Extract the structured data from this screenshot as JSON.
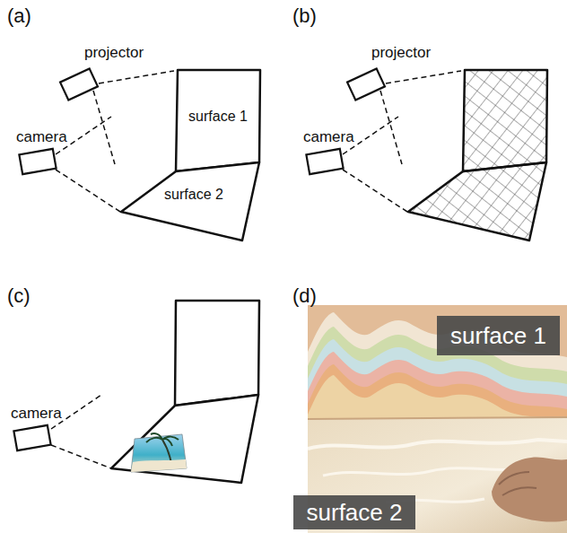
{
  "diagram": {
    "nodes": [
      {
        "text": [
          "projector"
        ]
      },
      {
        "text": [
          "camera"
        ]
      },
      {
        "text": [
          "surface 1"
        ]
      },
      {
        "text": [
          "surface 2"
        ]
      },
      {
        "text": [
          "projector"
        ]
      },
      {
        "text": [
          "camera"
        ]
      },
      {
        "text": [
          "camera"
        ]
      },
      {
        "text": [
          "surface 1"
        ]
      },
      {
        "text": [
          "surface 2"
        ]
      }
    ],
    "labels": [
      "(a)",
      "(b)",
      "(c)",
      "(d)"
    ]
  }
}
